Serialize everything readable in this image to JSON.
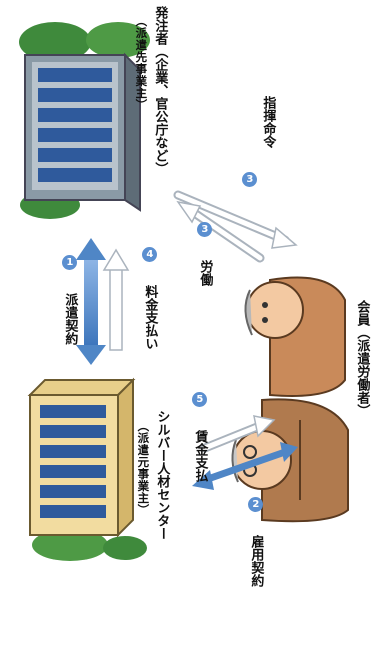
{
  "entities": {
    "shiruba": {
      "name": "シルバー人材センター",
      "role": "（派遣元事業主）"
    },
    "client": {
      "name": "発注者（企業、官公庁など）",
      "role": "（派遣先事業主）"
    },
    "member": {
      "name": "会員（派遣労働者）"
    }
  },
  "relations": [
    {
      "num": "1",
      "label": "派遣契約"
    },
    {
      "num": "2",
      "label": "雇用契約"
    },
    {
      "num": "3",
      "label": "指揮命令"
    },
    {
      "num": "3",
      "label": "労働"
    },
    {
      "num": "4",
      "label": "料金支払い"
    },
    {
      "num": "5",
      "label": "賃金支払"
    }
  ],
  "colors": {
    "accent": "#5b8fd0",
    "arrow_blue": "#4f86c6",
    "arrow_outline": "#aab3bd",
    "building_light": "#f2dca0",
    "building_dark": "#8a9aa6",
    "window": "#2f5a9c"
  }
}
